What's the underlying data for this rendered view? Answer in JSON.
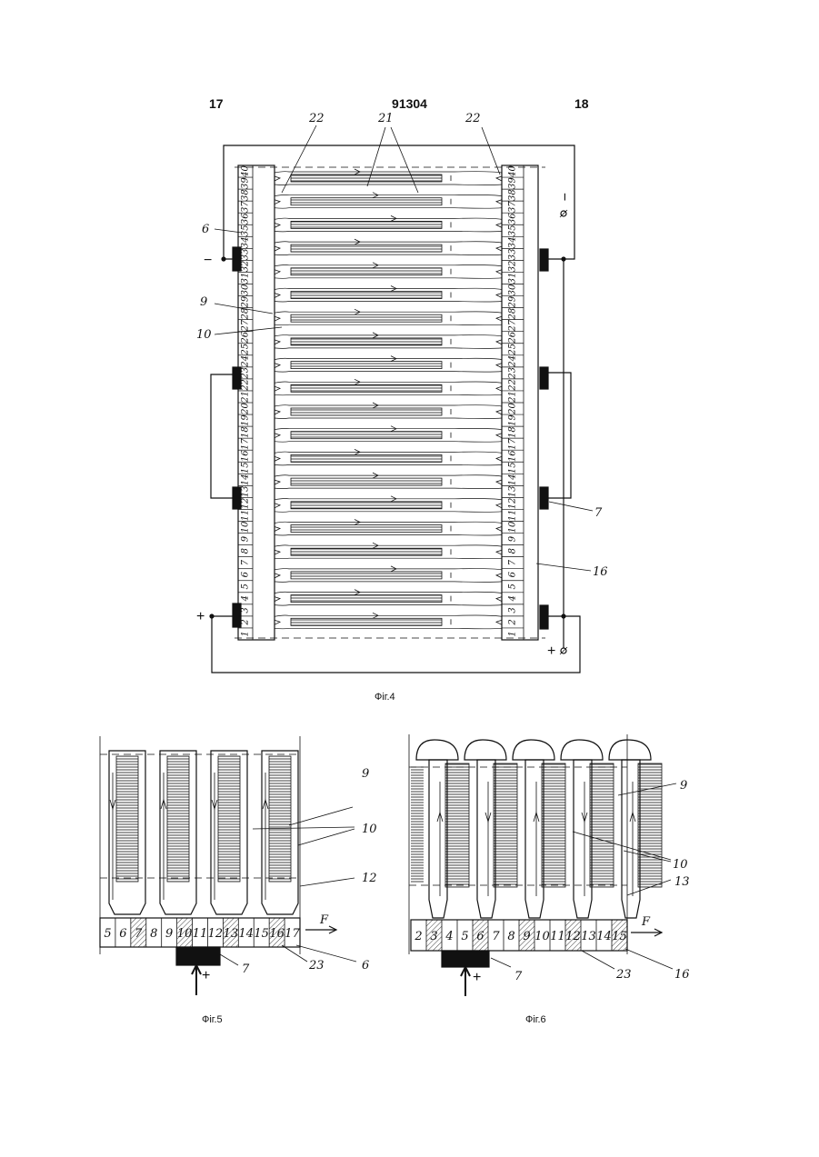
{
  "header": {
    "page_left": "17",
    "patent_number": "91304",
    "page_right": "18"
  },
  "fig4": {
    "caption": "Фіг.4",
    "labels": {
      "l22a": "22",
      "l21": "21",
      "l22b": "22",
      "l6": "6",
      "l9": "9",
      "l10": "10",
      "l7": "7",
      "l16": "16"
    },
    "terminals": {
      "minus_left": "−",
      "plus_left": "+",
      "minus_right": "−",
      "plus_right": "+"
    },
    "cell_numbers": [
      "1",
      "2",
      "3",
      "4",
      "5",
      "6",
      "7",
      "8",
      "9",
      "10",
      "11",
      "12",
      "13",
      "14",
      "15",
      "16",
      "17",
      "18",
      "19",
      "20",
      "21",
      "22",
      "23",
      "24",
      "25",
      "26",
      "27",
      "28",
      "29",
      "30",
      "31",
      "32",
      "33",
      "34",
      "35",
      "36",
      "37",
      "38",
      "39",
      "40"
    ]
  },
  "fig5": {
    "caption": "Фіг.5",
    "cells": [
      "5",
      "6",
      "7",
      "8",
      "9",
      "10",
      "11",
      "12",
      "13",
      "14",
      "15",
      "16",
      "17"
    ],
    "labels": {
      "l9": "9",
      "l10": "10",
      "l12": "12",
      "l7": "7",
      "l23": "23",
      "l6": "6",
      "F": "F",
      "plus": "+"
    }
  },
  "fig6": {
    "caption": "Фіг.6",
    "cells": [
      "2",
      "3",
      "4",
      "5",
      "6",
      "7",
      "8",
      "9",
      "10",
      "11",
      "12",
      "13",
      "14",
      "15"
    ],
    "labels": {
      "l9": "9",
      "l10": "10",
      "l13": "13",
      "l7": "7",
      "l23": "23",
      "l16": "16",
      "F": "F",
      "plus": "+"
    }
  }
}
